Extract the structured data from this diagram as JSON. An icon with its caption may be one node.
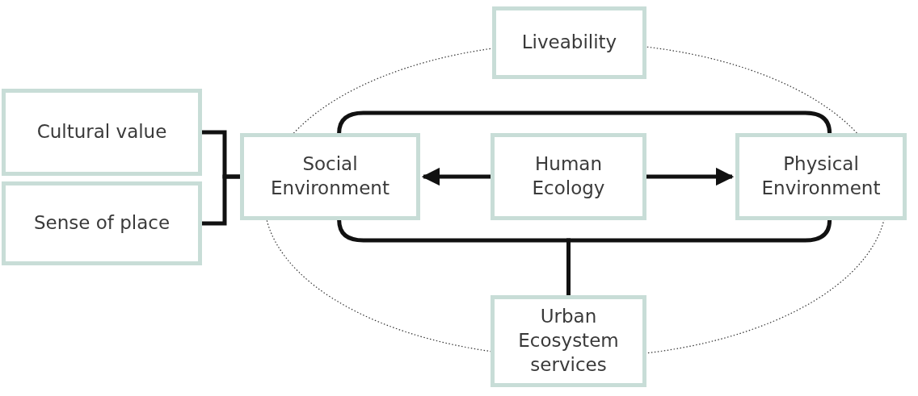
{
  "diagram": {
    "nodes": [
      {
        "text": [
          "Liveability"
        ]
      },
      {
        "text": [
          "Cultural value"
        ]
      },
      {
        "text": [
          "Sense of place"
        ]
      },
      {
        "text": [
          "Social Environment"
        ]
      },
      {
        "text": [
          "Human Ecology"
        ]
      },
      {
        "text": [
          "Physical Environment"
        ]
      },
      {
        "text": [
          "Urban Ecosystem services"
        ]
      }
    ],
    "edges": [
      {
        "from": 4,
        "to": 3,
        "arrow": "to"
      },
      {
        "from": 4,
        "to": 5,
        "arrow": "to"
      },
      {
        "from": 1,
        "to": 3,
        "arrow": "none"
      },
      {
        "from": 2,
        "to": 3,
        "arrow": "none"
      },
      {
        "from": 3,
        "to": 5,
        "arrow": "none"
      },
      {
        "from": 3,
        "to": 6,
        "arrow": "none"
      },
      {
        "from": 5,
        "to": 6,
        "arrow": "none"
      }
    ]
  }
}
